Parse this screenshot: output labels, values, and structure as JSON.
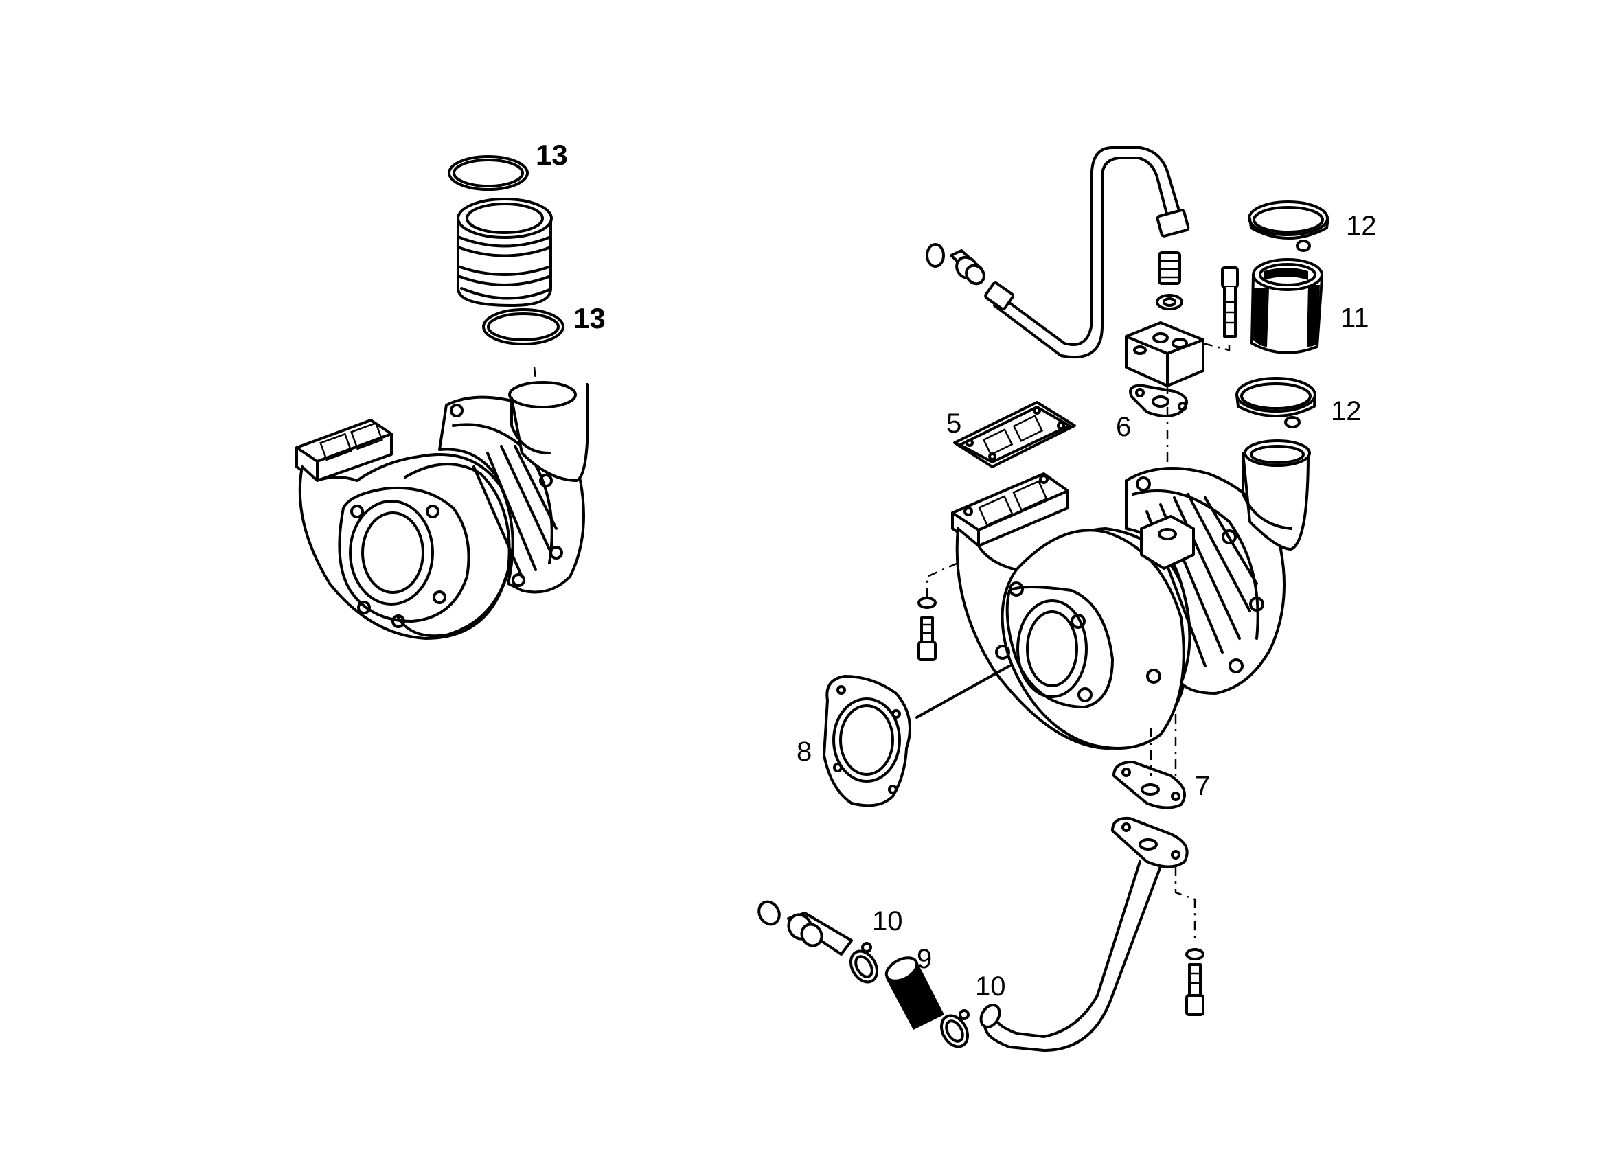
{
  "callouts": {
    "c13a": "13",
    "c13b": "13",
    "c12a": "12",
    "c11": "11",
    "c12b": "12",
    "c5": "5",
    "c6": "6",
    "c8": "8",
    "c7": "7",
    "c10a": "10",
    "c9": "9",
    "c10b": "10"
  }
}
